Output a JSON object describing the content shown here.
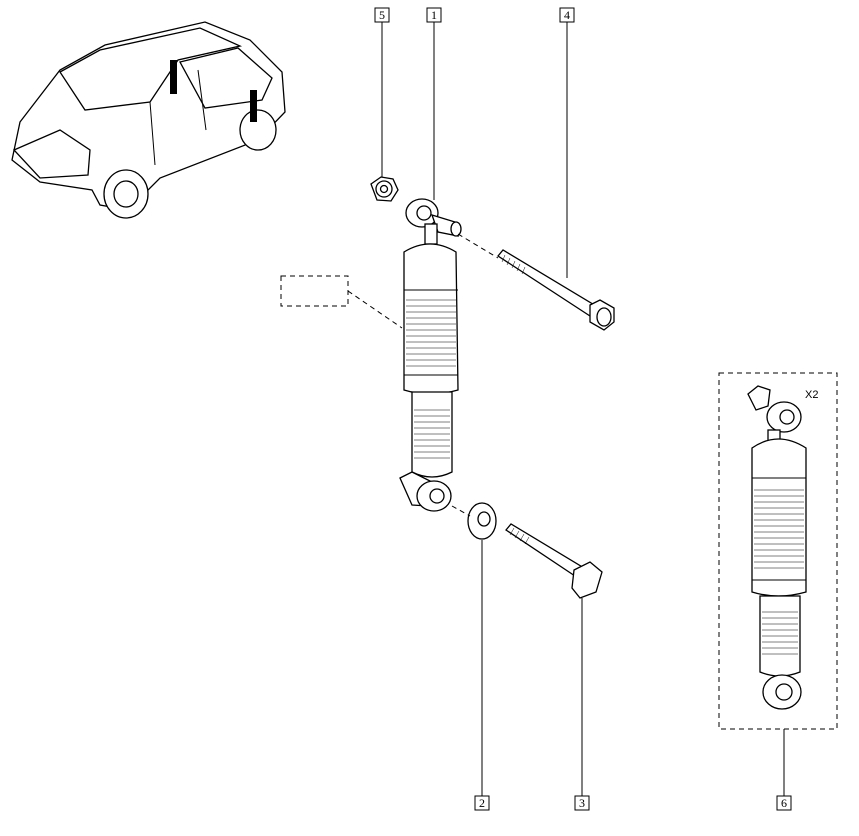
{
  "callouts": {
    "c1": "1",
    "c2": "2",
    "c3": "3",
    "c4": "4",
    "c5": "5",
    "c6": "6"
  },
  "kit": {
    "quantity": "X2"
  },
  "icons": {
    "vehicle": "car-location-icon",
    "shock": "shock-absorber-icon",
    "bolt": "bolt-icon",
    "nut": "nut-icon",
    "washer": "washer-icon"
  }
}
